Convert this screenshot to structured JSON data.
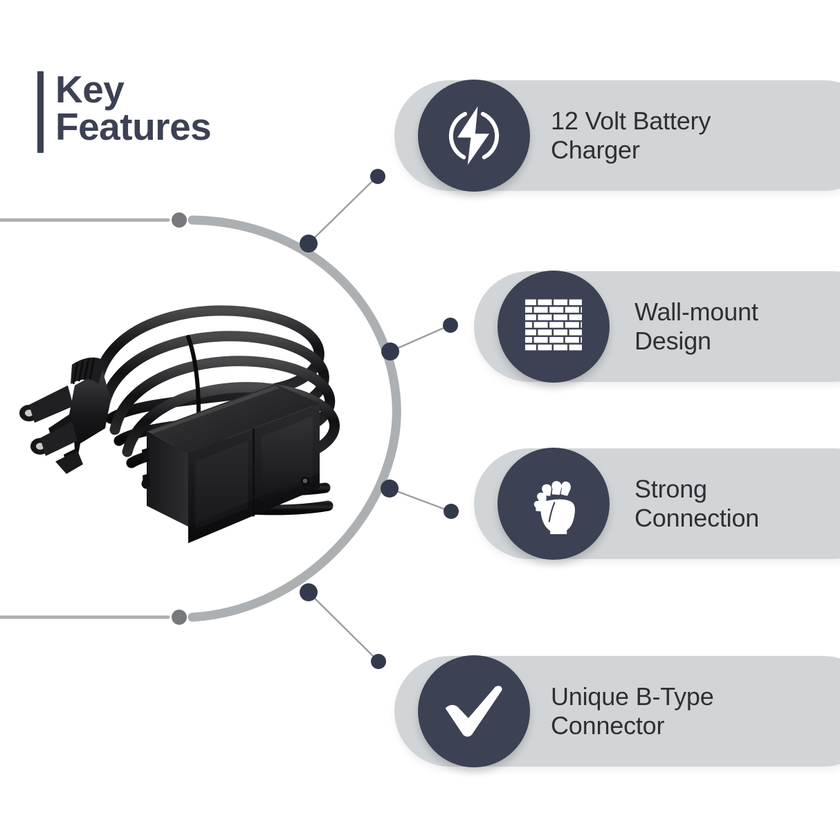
{
  "heading": {
    "text": "Key\nFeatures",
    "accent_color": "#3c4153"
  },
  "product": {
    "name": "12-volt wall-mount battery charger with coiled cable and B-type connector"
  },
  "colors": {
    "card_background": "#d2d5d7",
    "icon_circle": "#3c4153",
    "icon_glyph": "#ffffff",
    "text": "#2d2f33",
    "arc": "#adb0b2",
    "connector_line": "#9a9ca0",
    "connector_dot": "#343a4d",
    "anchor_dot": "#77797c",
    "page_background": "#ffffff"
  },
  "features": [
    {
      "id": "feature-1",
      "icon": "lightning-bolt-icon",
      "label": "12 Volt Battery\nCharger"
    },
    {
      "id": "feature-2",
      "icon": "brick-wall-icon",
      "label": "Wall-mount\nDesign"
    },
    {
      "id": "feature-3",
      "icon": "raised-fist-icon",
      "label": "Strong\nConnection"
    },
    {
      "id": "feature-4",
      "icon": "checkmark-icon",
      "label": "Unique B-Type\nConnector"
    }
  ]
}
